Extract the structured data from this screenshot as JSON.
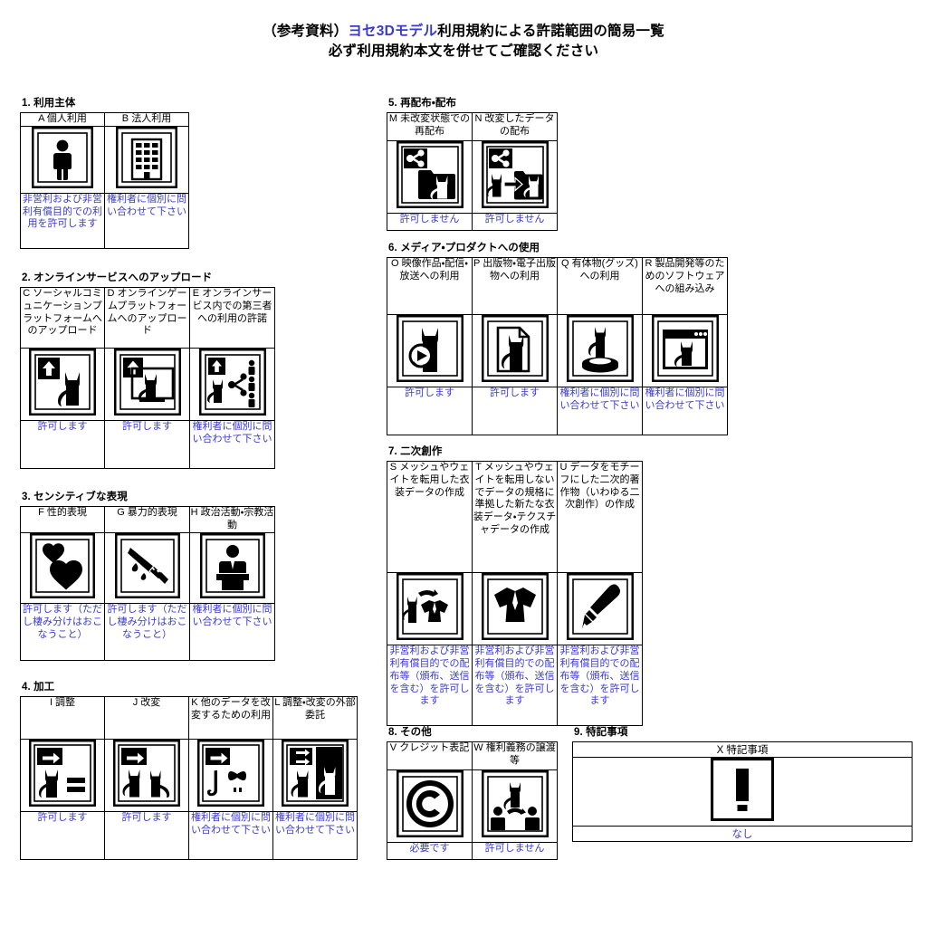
{
  "title": {
    "line1_prefix": "（参考資料）",
    "line1_accent": "ヨセ3Dモデル",
    "line1_suffix": "利用規約による許諾範囲の簡易一覧",
    "line2": "必ず利用規約本文を併せてご確認ください",
    "accent_color": "#3A3ACC"
  },
  "permission_color": "#3A3ACC",
  "sections": [
    {
      "heading": "1. 利用主体",
      "items": [
        {
          "code": "A",
          "label": "A 個人利用",
          "icon": "person-icon",
          "permission": "非営利および非営利有償目的での利用を許可します"
        },
        {
          "code": "B",
          "label": "B 法人利用",
          "icon": "building-icon",
          "permission": "権利者に個別に問い合わせて下さい"
        }
      ]
    },
    {
      "heading": "2. オンラインサービスへのアップロード",
      "items": [
        {
          "code": "C",
          "label": "C ソーシャルコミュニケーションプラットフォームへのアップロード",
          "icon": "upload-cat-icon",
          "permission": "許可します"
        },
        {
          "code": "D",
          "label": "D オンラインゲームプラットフォームへのアップロード",
          "icon": "upload-cat-monitor-icon",
          "permission": "許可します"
        },
        {
          "code": "E",
          "label": "E オンラインサービス内での第三者への利用の許諾",
          "icon": "upload-share-people-icon",
          "permission": "権利者に個別に問い合わせて下さい"
        }
      ]
    },
    {
      "heading": "3. センシティブな表現",
      "items": [
        {
          "code": "F",
          "label": "F 性的表現",
          "icon": "hearts-icon",
          "permission": "許可します（ただし棲み分けはおこなうこと）"
        },
        {
          "code": "G",
          "label": "G 暴力的表現",
          "icon": "knife-icon",
          "permission": "許可します（ただし棲み分けはおこなうこと）"
        },
        {
          "code": "H",
          "label": "H 政治活動・宗教活動",
          "icon": "podium-speaker-icon",
          "permission": "権利者に個別に問い合わせて下さい"
        }
      ]
    },
    {
      "heading": "4. 加工",
      "items": [
        {
          "code": "I",
          "label": "I 調整",
          "icon": "arrow-cat-equals-icon",
          "permission": "許可します"
        },
        {
          "code": "J",
          "label": "J 改変",
          "icon": "arrow-two-cats-icon",
          "permission": "許可します"
        },
        {
          "code": "K",
          "label": "K 他のデータを改変するための利用",
          "icon": "arrow-cat-other-icon",
          "permission": "権利者に個別に問い合わせて下さい"
        },
        {
          "code": "L",
          "label": "L 調整・改変の外部委託",
          "icon": "outsourcing-cat-icon",
          "permission": "権利者に個別に問い合わせて下さい"
        }
      ]
    },
    {
      "heading": "5. 再配布・配布",
      "items": [
        {
          "code": "M",
          "label": "M 未改変状態での再配布",
          "icon": "share-folder-cat-icon",
          "permission": "許可しません"
        },
        {
          "code": "N",
          "label": "N 改変したデータの配布",
          "icon": "share-modified-cat-icon",
          "permission": "許可しません"
        }
      ]
    },
    {
      "heading": "6. メディア・プロダクトへの使用",
      "items": [
        {
          "code": "O",
          "label": "O 映像作品・配信・放送への利用",
          "icon": "play-cat-icon",
          "permission": "許可します"
        },
        {
          "code": "P",
          "label": "P 出版物・電子出版物への利用",
          "icon": "page-cat-icon",
          "permission": "許可します"
        },
        {
          "code": "Q",
          "label": "Q 有体物(グッズ)への利用",
          "icon": "figure-cat-icon",
          "permission": "権利者に個別に問い合わせて下さい"
        },
        {
          "code": "R",
          "label": "R 製品開発等のためのソフトウェアへの組み込み",
          "icon": "window-cat-icon",
          "permission": "権利者に個別に問い合わせて下さい"
        }
      ]
    },
    {
      "heading": "7. 二次創作",
      "items": [
        {
          "code": "S",
          "label": "S メッシュやウェイトを転用した衣装データの作成",
          "icon": "cat-to-clothes-icon",
          "permission": "非営利および非営利有償目的での配布等（頒布、送信を含む）を許可します"
        },
        {
          "code": "T",
          "label": "T メッシュやウェイトを転用しないでデータの規格に準拠した新たな衣装データ・テクスチャデータの作成",
          "icon": "clothes-icon",
          "permission": "非営利および非営利有償目的での配布等（頒布、送信を含む）を許可します"
        },
        {
          "code": "U",
          "label": "U データをモチーフにした二次的著作物（いわゆる二次創作）の作成",
          "icon": "paintbrush-icon",
          "permission": "非営利および非営利有償目的での配布等（頒布、送信を含む）を許可します"
        }
      ]
    },
    {
      "heading": "8. その他",
      "items": [
        {
          "code": "V",
          "label": "V クレジット表記",
          "icon": "copyright-icon",
          "permission": "必要です"
        },
        {
          "code": "W",
          "label": "W 権利義務の譲渡等",
          "icon": "transfer-people-cat-icon",
          "permission": "許可しません"
        }
      ]
    },
    {
      "heading": "9. 特記事項",
      "items": [
        {
          "code": "X",
          "label": "X 特記事項",
          "icon": "exclamation-icon",
          "permission": "なし"
        }
      ]
    }
  ]
}
